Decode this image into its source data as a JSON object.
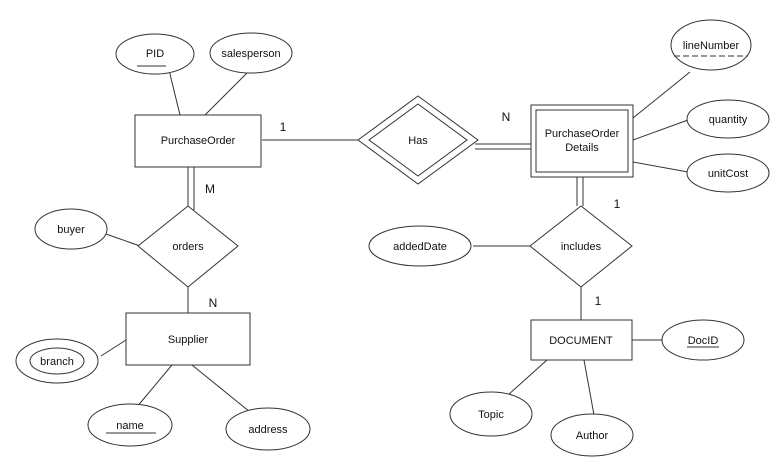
{
  "entities": {
    "purchase_order": "PurchaseOrder",
    "purchase_order_details_line1": "PurchaseOrder",
    "purchase_order_details_line2": "Details",
    "supplier": "Supplier",
    "document": "DOCUMENT"
  },
  "relationships": {
    "has": "Has",
    "orders": "orders",
    "includes": "includes"
  },
  "attributes": {
    "pid": "PID",
    "salesperson": "salesperson",
    "line_number": "lineNumber",
    "quantity": "quantity",
    "unit_cost": "unitCost",
    "buyer": "buyer",
    "added_date": "addedDate",
    "branch": "branch",
    "name": "name",
    "address": "address",
    "doc_id": "DocID",
    "topic": "Topic",
    "author": "Author"
  },
  "cardinalities": {
    "has_purchase_order": "1",
    "has_details": "N",
    "orders_purchase_order": "M",
    "orders_supplier": "N",
    "includes_details": "1",
    "includes_document": "1"
  },
  "colors": {
    "stroke": "#333333",
    "fill": "#ffffff"
  }
}
